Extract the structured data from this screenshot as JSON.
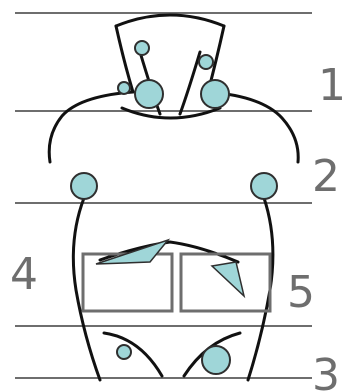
{
  "zone_labels": {
    "zone_1": "1",
    "zone_2": "2",
    "zone_3": "3",
    "zone_4": "4",
    "zone_5": "5"
  },
  "colors": {
    "node_fill": "#9fd6d8",
    "outline": "#111111",
    "guide_lines": "#6e6e6e"
  }
}
